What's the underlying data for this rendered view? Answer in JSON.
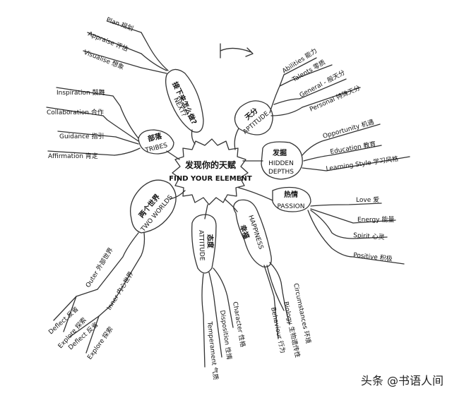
{
  "center": {
    "zh": "发现你的天赋",
    "en": "FIND YOUR ELEMENT"
  },
  "branches": {
    "aptitude": {
      "zh": "天分",
      "en": "APTITUDE",
      "leaves": [
        "Abilities 能力",
        "Talents 零质",
        "General - 般天分",
        "Personal 特殊天分"
      ]
    },
    "hidden_depths": {
      "zh": "发掘",
      "en1": "HIDDEN",
      "en2": "DEPTHS",
      "leaves": [
        "Opportunity 机遇",
        "Education 教育",
        "Learning Style 学习风格"
      ]
    },
    "passion": {
      "zh": "热情",
      "en": "PASSION",
      "leaves": [
        "Love 爱",
        "Energy 能量",
        "Spirit 心灵",
        "Positive 积极"
      ]
    },
    "happiness": {
      "zh": "幸福",
      "en": "HAPPINESS",
      "leaves": [
        "Circumstances 环境",
        "Biology 生物遗传性",
        "Behaviour 行为"
      ]
    },
    "attitude": {
      "zh": "态度",
      "en": "ATTITUDE",
      "leaves": [
        "Character 性格",
        "Disposition 性情",
        "Temperament 气质"
      ]
    },
    "two_worlds": {
      "zh": "两个世界",
      "en": "TWO WORLDS",
      "sub": [
        "Outer 外部世界",
        "Inner 内心世界"
      ],
      "leaves": [
        "Deflect 反省",
        "Explore 探索",
        "Deflect 反省",
        "Explore 探索"
      ]
    },
    "tribes": {
      "zh": "部落",
      "en": "TRIBES",
      "leaves": [
        "Inspiration 鼓舞",
        "Collaboration 合作",
        "Guidance 指引",
        "Affirmation 肯定"
      ]
    },
    "next": {
      "zh": "接下来怎么做?",
      "en": "NEXT?",
      "leaves": [
        "Plan 规划",
        "Appraise 评估",
        "Visualise 想象"
      ]
    }
  },
  "watermark": "头条 @书语人间"
}
